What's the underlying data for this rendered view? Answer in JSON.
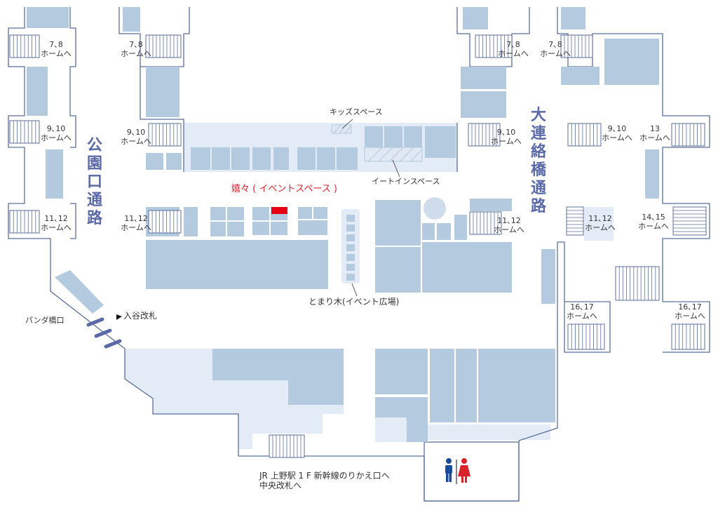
{
  "colors": {
    "room": "#b4cade",
    "floor": "#e3ecf6",
    "wall": "#5a6f9a",
    "gate": "#5a6aa8",
    "highlight": "#e60012",
    "male": "#1a4a9a",
    "female": "#d9232a"
  },
  "corridors": {
    "koenguchi": "公園口通路",
    "dairenraku": "大連絡橋通路"
  },
  "platform_labels": {
    "p78_a": "7､8",
    "p78_b": "7､8",
    "p78_c": "7､8",
    "p78_d": "7､8",
    "p910_a": "9､10",
    "p910_b": "9､10",
    "p910_c": "9､10",
    "p910_d": "9､10",
    "p1112_a": "11､12",
    "p1112_b": "11､12",
    "p1112_c": "11､12",
    "p1112_d": "11､12",
    "p13": "13",
    "p1415": "14､15",
    "p1617_a": "16､17",
    "p1617_b": "16､17",
    "to_platform": "ホームへ"
  },
  "places": {
    "kids_space": "キッズスペース",
    "eat_in_space": "イートインスペース",
    "event_space": "嬉々 ( イベントスペース )",
    "tomarigi": "とまり木(イベント広場)",
    "panda_bridge": "パンダ橋口",
    "iriya_gate": "入谷改札",
    "shinkansen_line1": "JR 上野駅 1 F 新幹線のりかえ口へ",
    "shinkansen_line2": "中央改札へ"
  },
  "icons": {
    "gate_arrow": "triangle-pointer-icon",
    "restroom": "restroom-icon"
  }
}
